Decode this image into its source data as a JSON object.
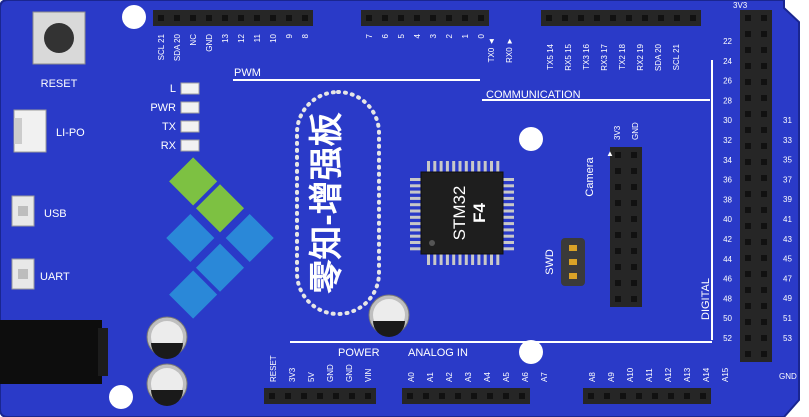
{
  "board": {
    "reset_label": "RESET",
    "lipo_label": "LI-PO",
    "usb_label": "USB",
    "uart_label": "UART",
    "pwm_label": "PWM",
    "communication_label": "COMMUNICATION",
    "power_label": "POWER",
    "analog_label": "ANALOG IN",
    "digital_label": "DIGITAL",
    "camera_label": "Camera",
    "swd_label": "SWD",
    "chip_line1": "STM32",
    "chip_line2": "F4",
    "brand_text": "零知-增强板",
    "right_top_label": "3V3",
    "right_bottom_label": "GND"
  },
  "leds": [
    "L",
    "PWR",
    "TX",
    "RX"
  ],
  "top_left_pins": [
    "SCL 21",
    "SDA 20",
    "NC",
    "GND",
    "13",
    "12",
    "11",
    "10",
    "9",
    "8"
  ],
  "top_mid_pins": [
    "7",
    "6",
    "5",
    "4",
    "3",
    "2",
    "1",
    "0"
  ],
  "tx_rx_arrows": [
    "TX0 ◄",
    "RX0 ►"
  ],
  "top_right_pins": [
    "TX5 14",
    "RX5 15",
    "TX3 16",
    "RX3 17",
    "TX2 18",
    "RX2 19",
    "SDA 20",
    "SCL 21"
  ],
  "power_pins": [
    "RESET",
    "3V3",
    "5V",
    "GND",
    "GND",
    "VIN"
  ],
  "analog_left_pins": [
    "A0",
    "A1",
    "A2",
    "A3",
    "A4",
    "A5",
    "A6",
    "A7"
  ],
  "analog_right_pins": [
    "A8",
    "A9",
    "A10",
    "A11",
    "A12",
    "A13",
    "A14",
    "A15"
  ],
  "camera_pins": [
    "3V3",
    "GND"
  ],
  "digital_left": [
    "22",
    "24",
    "26",
    "28",
    "30",
    "32",
    "34",
    "36",
    "38",
    "40",
    "42",
    "44",
    "46",
    "48",
    "50",
    "52"
  ],
  "digital_right": [
    "31",
    "33",
    "35",
    "37",
    "39",
    "41",
    "43",
    "45",
    "47",
    "49",
    "51",
    "53"
  ],
  "colors": {
    "board": "#2a3ac8",
    "board_edge": "#1a2690",
    "header": "#262626",
    "pin": "#111111",
    "logo_green": "#7dc142",
    "logo_blue": "#2a88d8"
  }
}
